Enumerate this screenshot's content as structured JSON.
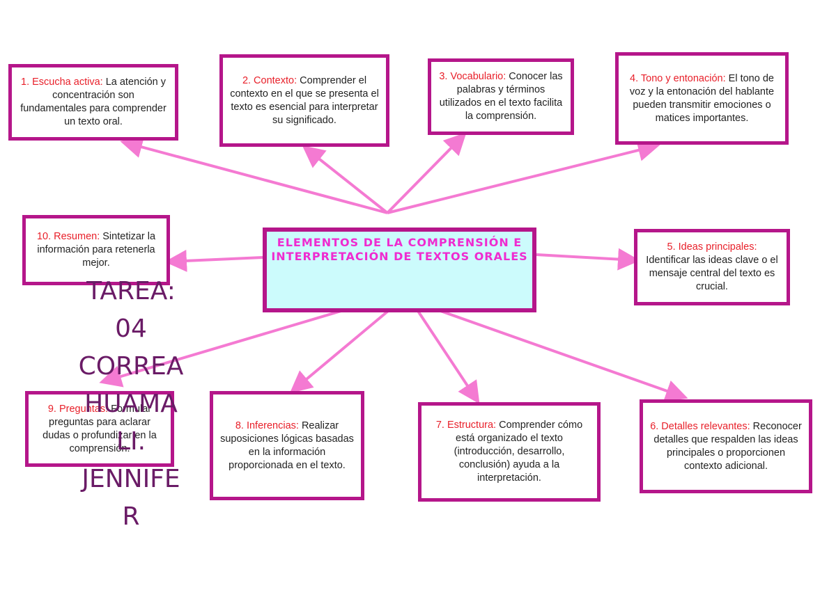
{
  "center_title": "ELEMENTOS DE LA COMPRENSIÓN E INTERPRETACIÓN DE TEXTOS ORALES",
  "nodes": [
    {
      "num": "1. Escucha activa:",
      "text": " La atención y concentración son fundamentales para comprender un texto oral."
    },
    {
      "num": "2. Contexto:",
      "text": " Comprender el contexto en el que se presenta el texto es esencial para interpretar su significado."
    },
    {
      "num": "3. Vocabulario:",
      "text": " Conocer las palabras y términos utilizados en el texto facilita la comprensión."
    },
    {
      "num": "4. Tono y entonación:",
      "text": " El tono de voz y la entonación del hablante pueden transmitir emociones o matices importantes."
    },
    {
      "num": "5. Ideas principales:",
      "text": " Identificar las ideas clave o el mensaje central del texto es crucial."
    },
    {
      "num": "6. Detalles relevantes:",
      "text": " Reconocer detalles que respalden las ideas principales o proporcionen contexto adicional."
    },
    {
      "num": "7. Estructura:",
      "text": " Comprender cómo está organizado el texto (introducción, desarrollo, conclusión) ayuda a la interpretación."
    },
    {
      "num": "8. Inferencias:",
      "text": " Realizar suposiciones lógicas basadas en la información proporcionada en el texto."
    },
    {
      "num": "9. Preguntas:",
      "text": " Formular preguntas para aclarar dudas o profundizar en la comprensión."
    },
    {
      "num": "10. Resumen:",
      "text": " Sintetizar la información para retenerla mejor."
    }
  ],
  "overlay_text": "TAREA:\n04\nCORREA\nHUAMA\nLI.\nJENNIFE\nR",
  "colors": {
    "border": "#b5168a",
    "arrow": "#f47ad2",
    "number": "#e8202a",
    "center_bg": "#ccfbfc",
    "center_text": "#ef2bd0",
    "overlay": "#6a1b66"
  }
}
